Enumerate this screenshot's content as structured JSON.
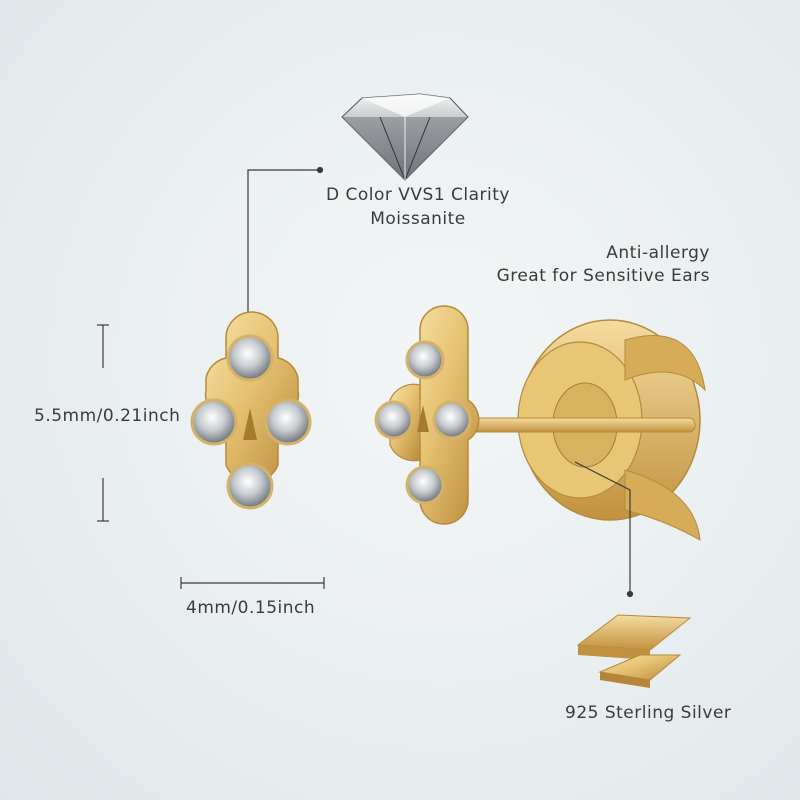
{
  "features": {
    "stone_line1": "D Color VVS1 Clarity",
    "stone_line2": "Moissanite",
    "allergy_line1": "Anti-allergy",
    "allergy_line2": "Great for Sensitive Ears",
    "material": "925 Sterling Silver"
  },
  "dimensions": {
    "height": "5.5mm/0.21inch",
    "width": "4mm/0.15inch"
  },
  "colors": {
    "gold": "#e9c873",
    "gold_dark": "#c79a45",
    "background": "#e9eef0"
  }
}
